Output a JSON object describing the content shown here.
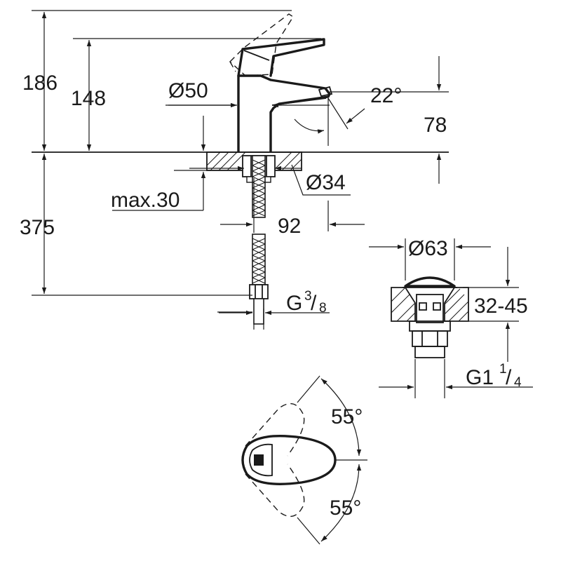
{
  "dimensions": {
    "total_height": "186",
    "spout_height": "148",
    "body_diameter": "Ø50",
    "spout_angle": "22°",
    "spout_reach_height": "78",
    "hole_diameter": "Ø34",
    "max_deck_thickness": "max.30",
    "below_deck_length": "375",
    "spout_projection": "92",
    "connection_thread": "G",
    "connection_thread_num": "3",
    "connection_thread_den": "8",
    "waste_diameter": "Ø63",
    "waste_deck_range": "32-45",
    "waste_thread": "G1",
    "waste_thread_num": "1",
    "waste_thread_den": "4",
    "lever_swing_left": "55°",
    "lever_swing_right": "55°"
  }
}
